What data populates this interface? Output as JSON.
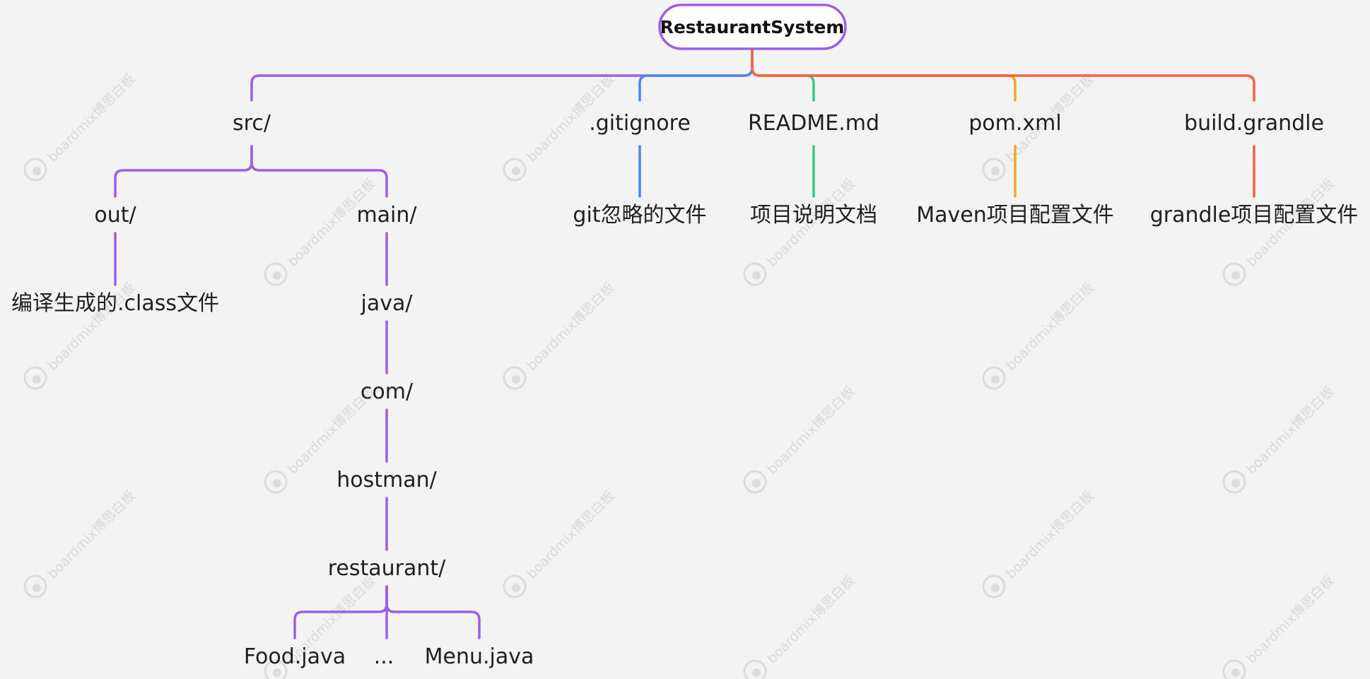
{
  "colors": {
    "purple": "#9b5fe6",
    "blue": "#4a86ee",
    "green": "#3cc784",
    "orange": "#f5a524",
    "red": "#f2623f",
    "background": "#f3f3f3"
  },
  "watermark": {
    "text": "boardmix博思白板",
    "logo": "boardmix-logo-icon"
  },
  "root": {
    "label": "RestaurantSystem"
  },
  "nodes": {
    "src": "src/",
    "gitignore": ".gitignore",
    "readme": "README.md",
    "pom": "pom.xml",
    "build": "build.grandle",
    "out": "out/",
    "main": "main/",
    "git_desc": "git忽略的文件",
    "readme_desc": "项目说明文档",
    "pom_desc": "Maven项目配置文件",
    "build_desc": "grandle项目配置文件",
    "out_desc": "编译生成的.class文件",
    "java": "java/",
    "com": "com/",
    "hostman": "hostman/",
    "restaurant": "restaurant/",
    "food": "Food.java",
    "ellipsis": "...",
    "menu": "Menu.java"
  }
}
